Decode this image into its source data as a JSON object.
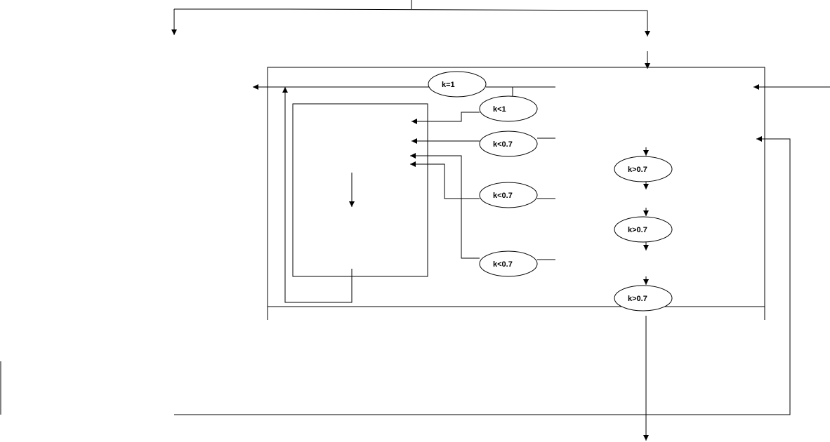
{
  "diagram": {
    "nodes": [
      {
        "id": "n1",
        "label": "k=1"
      },
      {
        "id": "n2",
        "label": "k<1"
      },
      {
        "id": "n3",
        "label": "k<0.7"
      },
      {
        "id": "n4",
        "label": "k<0.7"
      },
      {
        "id": "n5",
        "label": "k<0.7"
      },
      {
        "id": "n6",
        "label": "k>0.7"
      },
      {
        "id": "n7",
        "label": "k>0.7"
      },
      {
        "id": "n8",
        "label": "k>0.7"
      }
    ]
  }
}
